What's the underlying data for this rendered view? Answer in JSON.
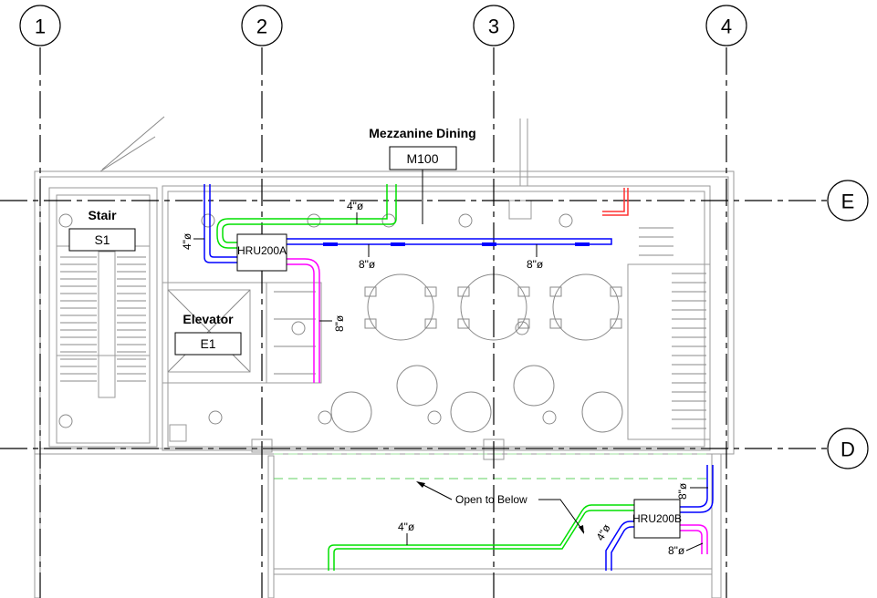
{
  "grid": {
    "columns": [
      "1",
      "2",
      "3",
      "4"
    ],
    "rows": [
      "E",
      "D"
    ]
  },
  "rooms": {
    "dining": {
      "name": "Mezzanine Dining",
      "number": "M100"
    },
    "stair": {
      "name": "Stair",
      "number": "S1"
    },
    "elevator": {
      "name": "Elevator",
      "number": "E1"
    }
  },
  "equipment": {
    "hru_a": "HRU200A",
    "hru_b": "HRU200B"
  },
  "duct_labels": {
    "supply_a_top": "4\"ø",
    "exhaust_a_left": "4\"ø",
    "main_1": "8\"ø",
    "main_2": "8\"ø",
    "vertical_pink": "8\"ø",
    "green_b": "4\"ø",
    "blue_b": "4\"ø",
    "blue_b_right": "8\"ø",
    "pink_b": "8\"ø"
  },
  "annotations": {
    "open_to_below": "Open to Below"
  },
  "colors": {
    "supply": "#00e000",
    "exhaust": "#0000ff",
    "outside_air": "#ff00ff",
    "relief": "#ff3030"
  }
}
